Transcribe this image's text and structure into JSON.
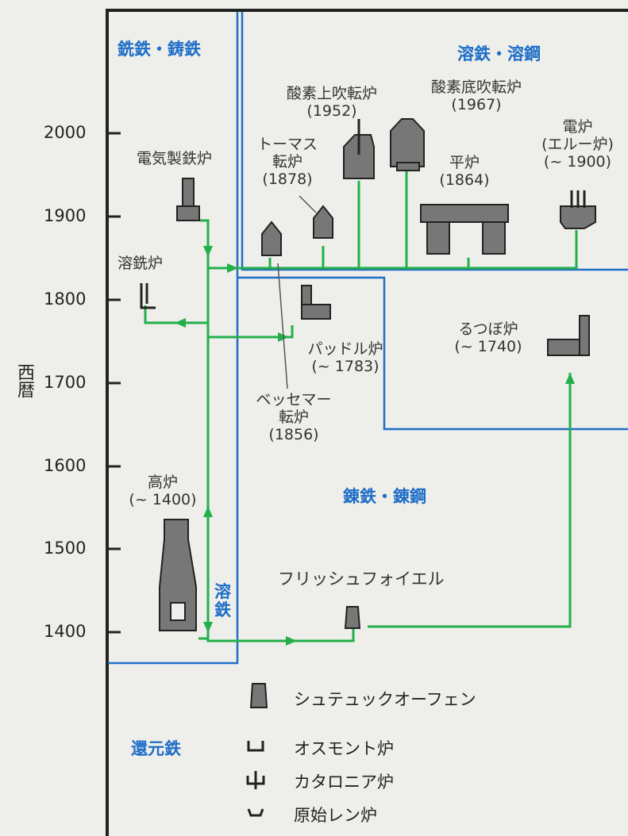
{
  "axis": {
    "label": "西暦",
    "ticks": [
      "2000",
      "1900",
      "1800",
      "1700",
      "1600",
      "1500",
      "1400"
    ]
  },
  "regions": {
    "pig_cast": "銑鉄・鋳鉄",
    "molten": "溶鉄・溶鋼",
    "wrought": "錬鉄・錬鋼",
    "reduced": "還元鉄",
    "molten_iron_vertical": "溶鉄"
  },
  "nodes": {
    "oxygen_top": {
      "name": "酸素上吹転炉",
      "year": "(1952)"
    },
    "oxygen_bottom": {
      "name": "酸素底吹転炉",
      "year": "(1967)"
    },
    "electric_arc": {
      "line1": "電炉",
      "line2": "(エルー炉)",
      "year": "(~ 1900)"
    },
    "thomas": {
      "line1": "トーマス",
      "line2": "転炉",
      "year": "(1878)"
    },
    "open_hearth": {
      "name": "平炉",
      "year": "(1864)"
    },
    "electric_smelting": {
      "name": "電気製鉄炉"
    },
    "cupola": {
      "name": "溶銑炉"
    },
    "puddling": {
      "name": "パッドル炉",
      "year": "(~ 1783)"
    },
    "crucible": {
      "name": "るつぼ炉",
      "year": "(~ 1740)"
    },
    "bessemer": {
      "line1": "ベッセマー",
      "line2": "転炉",
      "year": "(1856)"
    },
    "blast_furnace": {
      "name": "高炉",
      "year": "(~ 1400)"
    },
    "finery": {
      "name": "フリッシュフォイエル"
    }
  },
  "legend": [
    "シュテュックオーフェン",
    "オスモント炉",
    "カタロニア炉",
    "原始レン炉"
  ],
  "colors": {
    "flow": "#22b04a",
    "region": "#1e6ec8",
    "ink": "#222222"
  }
}
